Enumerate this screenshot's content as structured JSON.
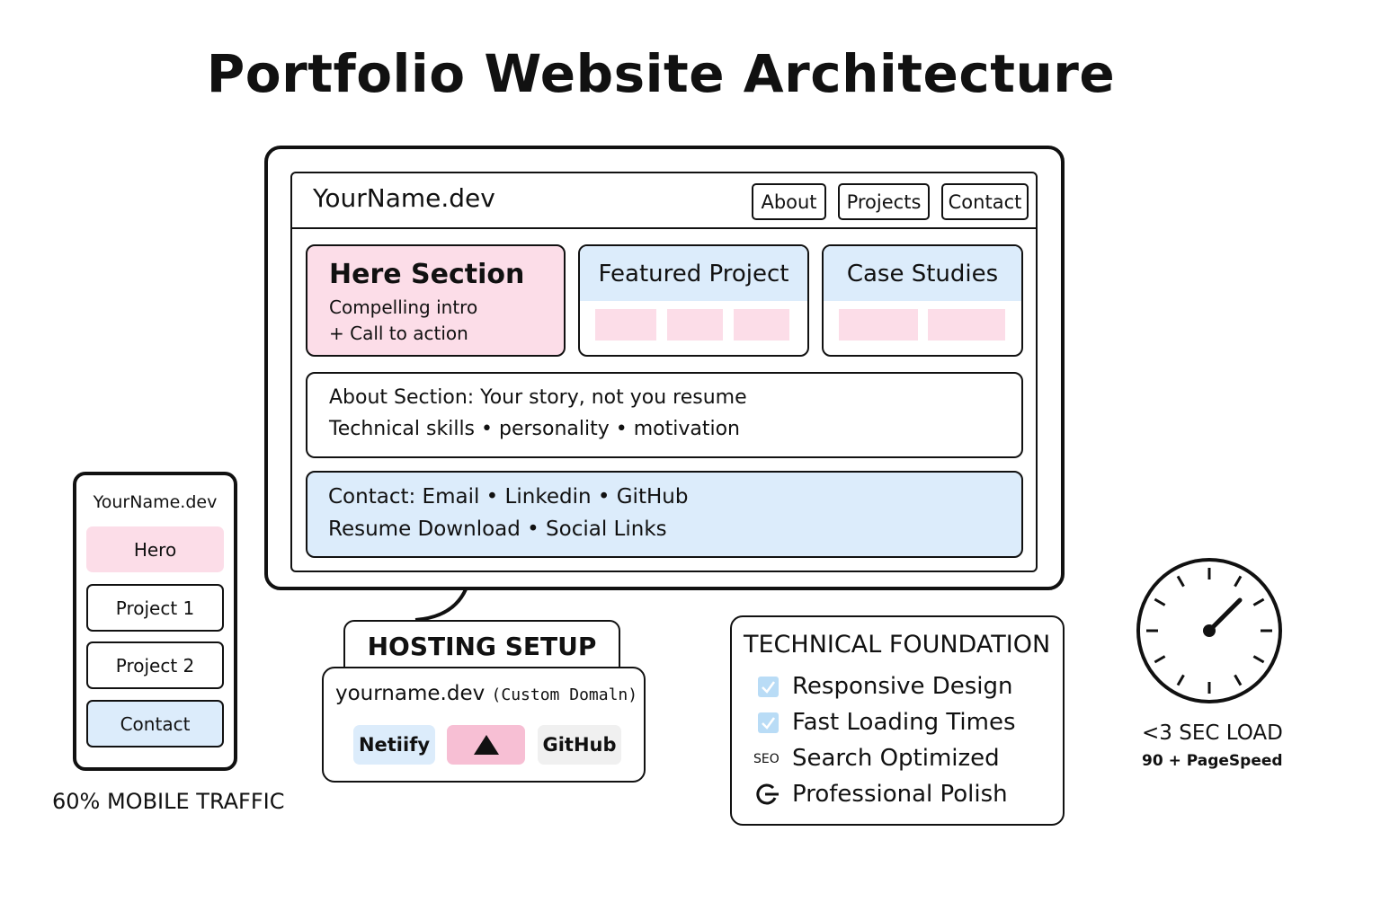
{
  "title": "Portfolio Website Architecture",
  "desktop": {
    "brand": "YourName.dev",
    "nav": [
      "About",
      "Projects",
      "Contact"
    ],
    "hero": {
      "title": "Here Section",
      "line1": "Compelling intro",
      "line2": "+ Call to action"
    },
    "featured": {
      "title": "Featured Project"
    },
    "case_studies": {
      "title": "Case Studies"
    },
    "about": {
      "line1": "About Section: Your story, not you resume",
      "line2": "Technical skills • personality • motivation"
    },
    "contact": {
      "line1": "Contact: Email • Linkedin • GitHub",
      "line2": "Resume Download • Social Links"
    }
  },
  "mobile": {
    "brand": "YourName.dev",
    "items": [
      "Hero",
      "Project 1",
      "Project 2",
      "Contact"
    ],
    "caption": "60% MOBILE TRAFFIC"
  },
  "hosting": {
    "title": "HOSTING SETUP",
    "domain": "yourname.dev",
    "domain_note": "(Custom Domaln)",
    "providers": [
      "Netiify",
      "GitHub"
    ],
    "provider_icon": "vercel-triangle-icon"
  },
  "tech": {
    "title": "TECHNICAL FOUNDATION",
    "items": [
      "Responsive Design",
      "Fast Loading Times",
      "Search Optimized",
      "Professional Polish"
    ],
    "seo_label": "SEO"
  },
  "speed": {
    "main": "<3 SEC LOAD",
    "sub": "90 + PageSpeed",
    "icon": "stopwatch-icon"
  },
  "colors": {
    "pink": "#fcdde8",
    "blue": "#dcecfb",
    "check": "#b9dcf6",
    "ink": "#111111"
  }
}
